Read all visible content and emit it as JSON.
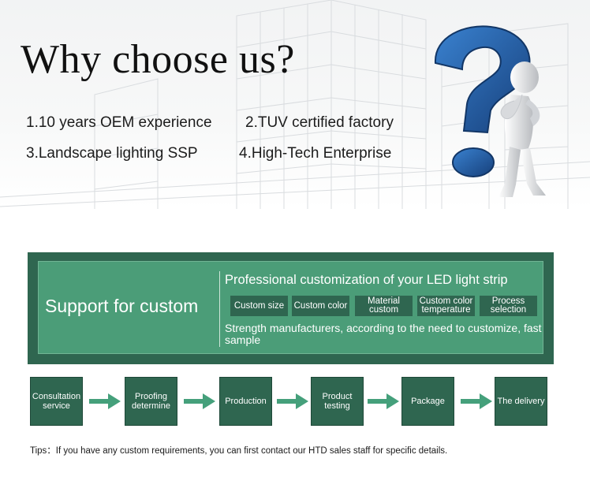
{
  "hero": {
    "title": "Why choose us?",
    "features": [
      "1.10 years OEM experience",
      "2.TUV certified factory",
      "3.Landscape lighting SSP",
      "4.High-Tech Enterprise"
    ]
  },
  "custom": {
    "label": "Support for custom",
    "headline": "Professional customization of your LED light strip",
    "options": [
      [
        "Custom size"
      ],
      [
        "Custom color"
      ],
      [
        "Material",
        "custom"
      ],
      [
        "Custom color",
        "temperature"
      ],
      [
        "Process",
        "selection"
      ]
    ],
    "note": "Strength manufacturers, according to the need to customize, fast sample"
  },
  "process": {
    "steps": [
      [
        "Consultation",
        "service"
      ],
      [
        "Proofing",
        "determine"
      ],
      [
        "Production"
      ],
      [
        "Product",
        "testing"
      ],
      [
        "Package"
      ],
      [
        "The delivery"
      ]
    ]
  },
  "tips": "Tips：If you have any custom requirements, you can first contact our HTD sales staff for specific details.",
  "colors": {
    "panel_dark": "#2f6650",
    "panel_light": "#4b9d78",
    "arrow": "#45a07b",
    "question_mark": "#1f5fa8"
  },
  "icons": [
    "question-mark-icon",
    "thinking-figure-icon",
    "arrow-right-icon"
  ]
}
